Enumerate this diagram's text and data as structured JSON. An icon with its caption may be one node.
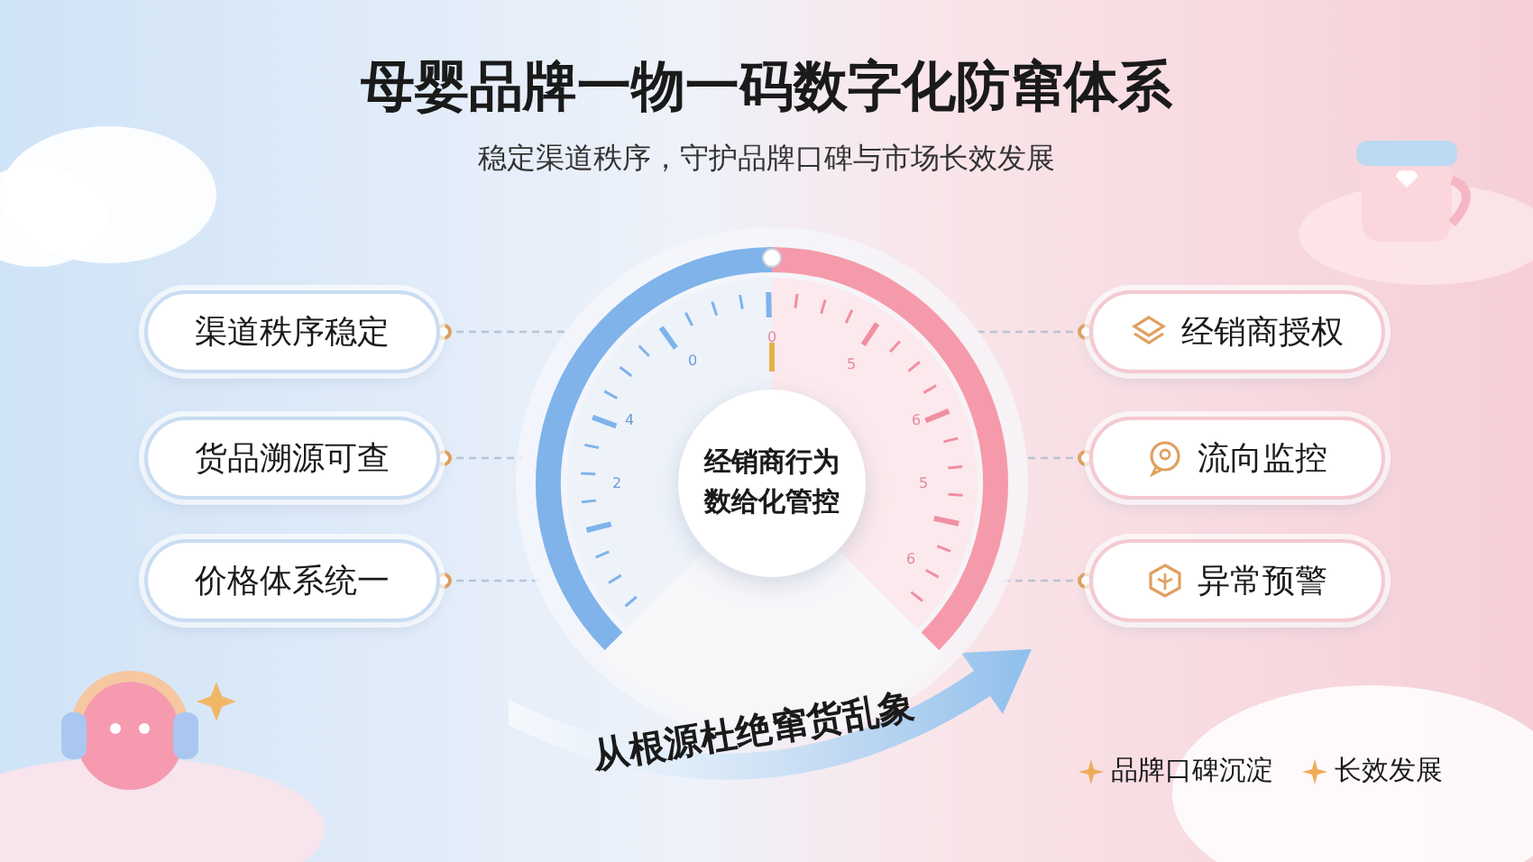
{
  "diagram": {
    "title": "母婴品牌一物一码数字化防窜体系",
    "nodes": [
      {
        "text": [
          "渠道秩序稳定"
        ]
      },
      {
        "text": [
          "货品溯源可查"
        ]
      },
      {
        "text": [
          "价格体系统一"
        ]
      },
      {
        "text": [],
        "shape": "circle"
      },
      {
        "text": [
          "经销商行为数给化管控"
        ],
        "in": 3
      },
      {
        "text": [
          "从根源杜绝窜货乱象"
        ]
      },
      {
        "text": [
          "经销商授权"
        ]
      },
      {
        "text": [
          "流向监控"
        ]
      },
      {
        "text": [
          "异常预警"
        ]
      }
    ],
    "edges": [
      {
        "from": 0,
        "to": 3,
        "arrow": "other",
        "style": "dashed"
      },
      {
        "from": 1,
        "to": 3,
        "arrow": "other",
        "style": "dashed"
      },
      {
        "from": 2,
        "to": 3,
        "arrow": "other",
        "style": "dashed"
      },
      {
        "from": 6,
        "to": 3,
        "arrow": "other",
        "style": "dashed"
      },
      {
        "from": 7,
        "to": 3,
        "arrow": "other",
        "style": "dashed"
      },
      {
        "from": 8,
        "to": 3,
        "arrow": "other",
        "style": "dashed"
      }
    ],
    "labels": [
      "稳定渠道秩序，守护品牌口碑与市场长效发展",
      "0",
      "0",
      "5",
      "4",
      "6",
      "2",
      "5",
      "6",
      "品牌口碑沉淀",
      "长效发展"
    ]
  }
}
